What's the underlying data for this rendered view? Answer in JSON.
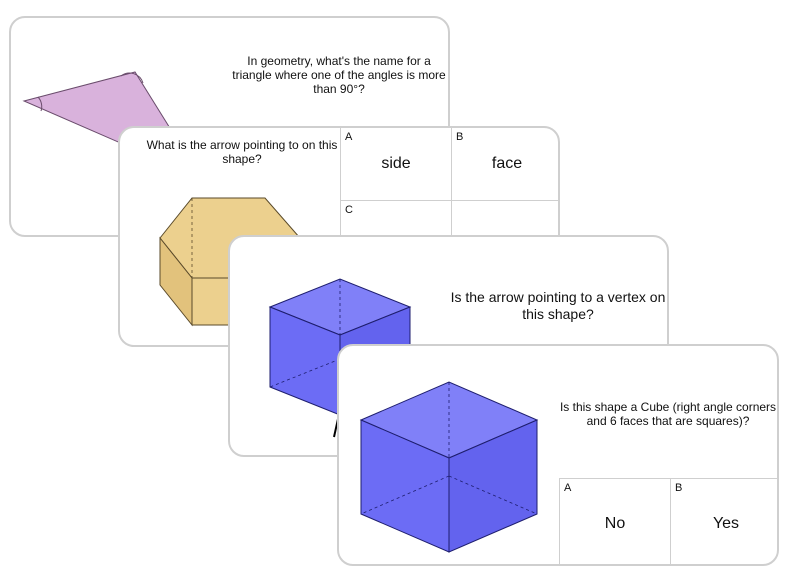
{
  "cards": [
    {
      "question": "In geometry, what's the name for a triangle where one of the angles is more than 90°?",
      "shape_icon": "obtuse-triangle-icon",
      "shape_color": "#d9b2dc"
    },
    {
      "question": "What is the arrow pointing to on this shape?",
      "shape_icon": "hexagonal-prism-icon",
      "shape_color": "#ecd08e",
      "answers": [
        {
          "letter": "A",
          "text": "side"
        },
        {
          "letter": "B",
          "text": "face"
        },
        {
          "letter": "C",
          "text": ""
        },
        {
          "letter": "",
          "text": ""
        }
      ]
    },
    {
      "question": "Is the arrow pointing to a vertex on this shape?",
      "shape_icon": "cube-icon",
      "shape_color": "#6c6cf5"
    },
    {
      "question": "Is this shape a Cube (right angle corners and 6 faces that are squares)?",
      "shape_icon": "cube-icon",
      "shape_color": "#6c6cf5",
      "answers": [
        {
          "letter": "A",
          "text": "No"
        },
        {
          "letter": "B",
          "text": "Yes"
        }
      ]
    }
  ]
}
